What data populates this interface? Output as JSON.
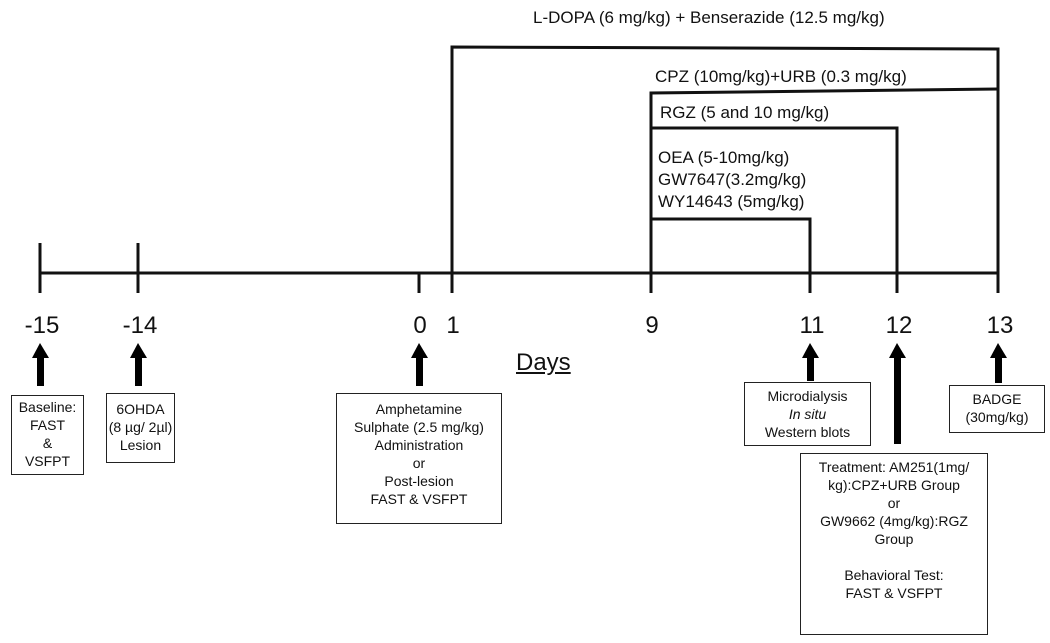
{
  "timeline": {
    "days_label": "Days",
    "ticks": [
      "-15",
      "-14",
      "0",
      "1",
      "9",
      "11",
      "12",
      "13"
    ]
  },
  "treatments": {
    "ldopa": "L-DOPA (6 mg/kg) + Benserazide (12.5 mg/kg)",
    "cpz": "CPZ (10mg/kg)+URB (0.3 mg/kg)",
    "rgz": "RGZ (5 and 10 mg/kg)",
    "oea": [
      "OEA (5-10mg/kg)",
      "GW7647(3.2mg/kg)",
      "WY14643 (5mg/kg)"
    ]
  },
  "boxes": {
    "baseline": [
      "Baseline:",
      "FAST",
      "&",
      "VSFPT"
    ],
    "lesion": [
      "6OHDA",
      "(8 µg/ 2µl)",
      "Lesion"
    ],
    "amphetamine": [
      "Amphetamine",
      "Sulphate (2.5 mg/kg)",
      "Administration",
      "or",
      "Post-lesion",
      "FAST & VSFPT"
    ],
    "microdialysis": [
      "Microdialysis",
      "In situ",
      "Western blots"
    ],
    "treatment": [
      "Treatment: AM251(1mg/",
      "kg):CPZ+URB Group",
      "or",
      "GW9662 (4mg/kg):RGZ",
      "Group",
      "",
      "Behavioral Test:",
      "FAST & VSFPT"
    ],
    "badge": [
      "BADGE",
      "(30mg/kg)"
    ]
  }
}
